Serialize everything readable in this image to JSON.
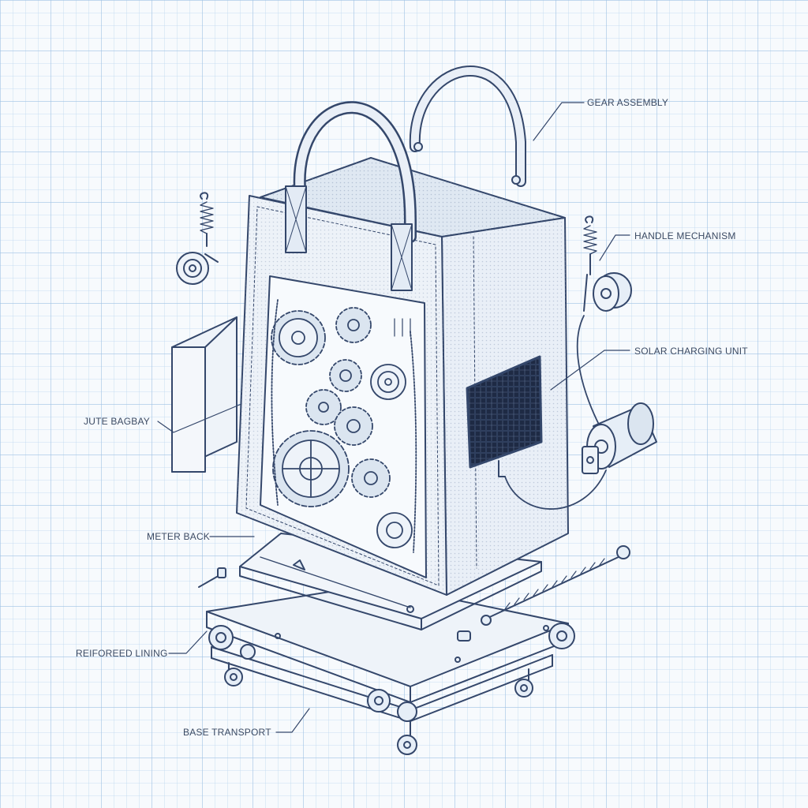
{
  "colors": {
    "paper": "#f7fafd",
    "grid": "#a9c8e6",
    "ink": "#34476b",
    "fill": "#e6eef7",
    "text": "#3b4a63"
  },
  "labels": {
    "gear_assembly": "GEAR ASSEMBLY",
    "handle_mechanism": "HANDLE MECHANISM",
    "solar_charging_unit": "SOLAR CHARGING UNIT",
    "jute_bag_bay": "JUTE BAGBAY",
    "meter_back": "METER BACK",
    "reinforced_lining": "REIFOREED LINING",
    "base_transport": "BASE TRANSPORT"
  }
}
